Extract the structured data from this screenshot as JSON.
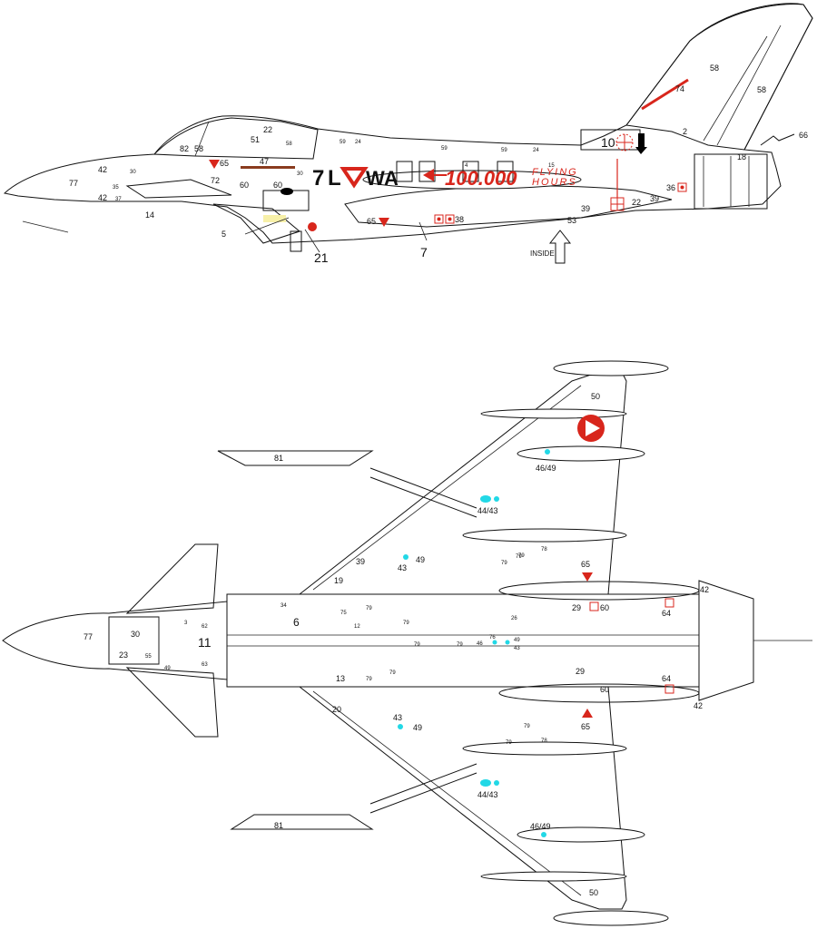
{
  "colors": {
    "red_marking": "#d8261c",
    "cyan_marking": "#22d8e6",
    "outline": "#111111",
    "orange_marking": "#c0522a"
  },
  "side_view": {
    "callouts": {
      "n2": "2",
      "n4": "4",
      "n5": "5",
      "n7": "7",
      "n10": "10",
      "n14": "14",
      "n15": "15",
      "n18": "18",
      "n21": "21",
      "n22a": "22",
      "n22b": "22",
      "n24a": "24",
      "n24b": "24",
      "n30a": "30",
      "n30b": "30",
      "n35": "35",
      "n36": "36",
      "n37": "37",
      "n38": "38",
      "n39a": "39",
      "n39b": "39",
      "n42a": "42",
      "n42b": "42",
      "n47": "47",
      "n51": "51",
      "n53": "53",
      "n58a": "58",
      "n58b": "58",
      "n58c": "58",
      "n58d": "58",
      "n59a": "59",
      "n59b": "59",
      "n59c": "59",
      "n60a": "60",
      "n60b": "60",
      "n65a": "65",
      "n65b": "65",
      "n66": "66",
      "n72": "72",
      "n74": "74",
      "n77": "77",
      "n82": "82"
    },
    "code_letters": {
      "seven": "7",
      "l": "L",
      "w": "W",
      "a": "A"
    },
    "anniversary": {
      "number": "100.000",
      "line1": "FLYING",
      "line2": "HOURS"
    },
    "inside_label": "INSIDE"
  },
  "plan_view": {
    "callouts": {
      "c3": "3",
      "c6": "6",
      "c11": "11",
      "c12": "12",
      "c13": "13",
      "c19": "19",
      "c20": "20",
      "c23": "23",
      "c26": "26",
      "c29a": "29",
      "c29b": "29",
      "c30": "30",
      "c34": "34",
      "c39": "39",
      "c42a": "42",
      "c42b": "42",
      "c43a": "43",
      "c43b": "43",
      "c43_49a": "49",
      "c43_49b": "49",
      "c49_left": "49",
      "c44_43a": "44/43",
      "c44_43b": "44/43",
      "c46": "46",
      "c46_49a": "46/49",
      "c46_49b": "46/49",
      "c49_mid": "49",
      "c43_mid": "43",
      "c50a": "50",
      "c50b": "50",
      "c55": "55",
      "c60a": "60",
      "c60b": "60",
      "c62": "62",
      "c63": "63",
      "c64a": "64",
      "c64b": "64",
      "c65a": "65",
      "c65b": "65",
      "c75": "75",
      "c76": "76",
      "c77": "77",
      "c78a": "78",
      "c78b": "78",
      "c79a": "79",
      "c79b": "79",
      "c79c": "79",
      "c79d": "79",
      "c79e": "79",
      "c79f": "79",
      "c79g": "79",
      "c79h": "79",
      "c79i": "79",
      "c79j": "79",
      "c79k": "79",
      "c81a": "81",
      "c81b": "81"
    }
  }
}
